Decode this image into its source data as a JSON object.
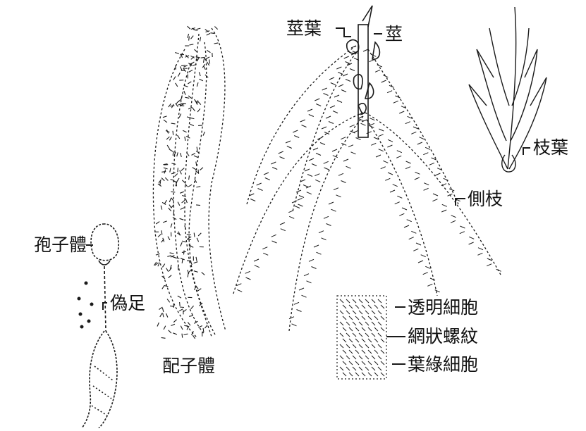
{
  "labels": {
    "sporophyte": "孢子體",
    "pseudopodium": "偽足",
    "gametophyte": "配子體",
    "stem_leaf": "莖葉",
    "stem": "莖",
    "branch_leaf": "枝葉",
    "lateral_branch": "側枝",
    "hyaline_cell": "透明細胞",
    "reticulate_pattern": "網狀螺紋",
    "chlorophyllous_cell": "葉綠細胞"
  },
  "colors": {
    "ink": "#1a1a1a",
    "background": "#ffffff"
  }
}
